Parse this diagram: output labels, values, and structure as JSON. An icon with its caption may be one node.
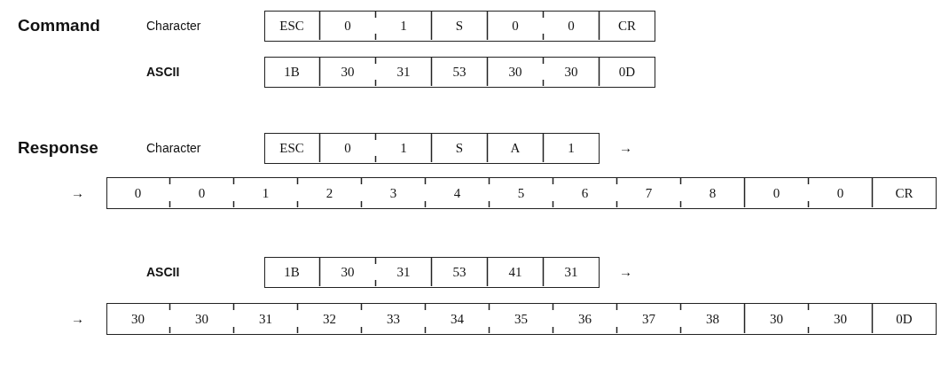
{
  "diagram": {
    "nodes": [
      {
        "text": [
          "ESC",
          "0",
          "1",
          "S",
          "0",
          "0",
          "CR"
        ]
      },
      {
        "text": [
          "1B",
          "30",
          "31",
          "53",
          "30",
          "30",
          "0D"
        ]
      },
      {
        "text": [
          "ESC",
          "0",
          "1",
          "S",
          "A",
          "1"
        ]
      },
      {
        "text": [
          "0",
          "0",
          "1",
          "2",
          "3",
          "4",
          "5",
          "6",
          "7",
          "8",
          "0",
          "0",
          "CR"
        ]
      },
      {
        "text": [
          "1B",
          "30",
          "31",
          "53",
          "41",
          "31"
        ]
      },
      {
        "text": [
          "30",
          "30",
          "31",
          "32",
          "33",
          "34",
          "35",
          "36",
          "37",
          "38",
          "30",
          "30",
          "0D"
        ]
      }
    ],
    "labels": [
      "Command",
      "Character",
      "ASCII",
      "Response",
      "Character",
      "→",
      "→",
      "ASCII",
      "→",
      "→"
    ]
  }
}
